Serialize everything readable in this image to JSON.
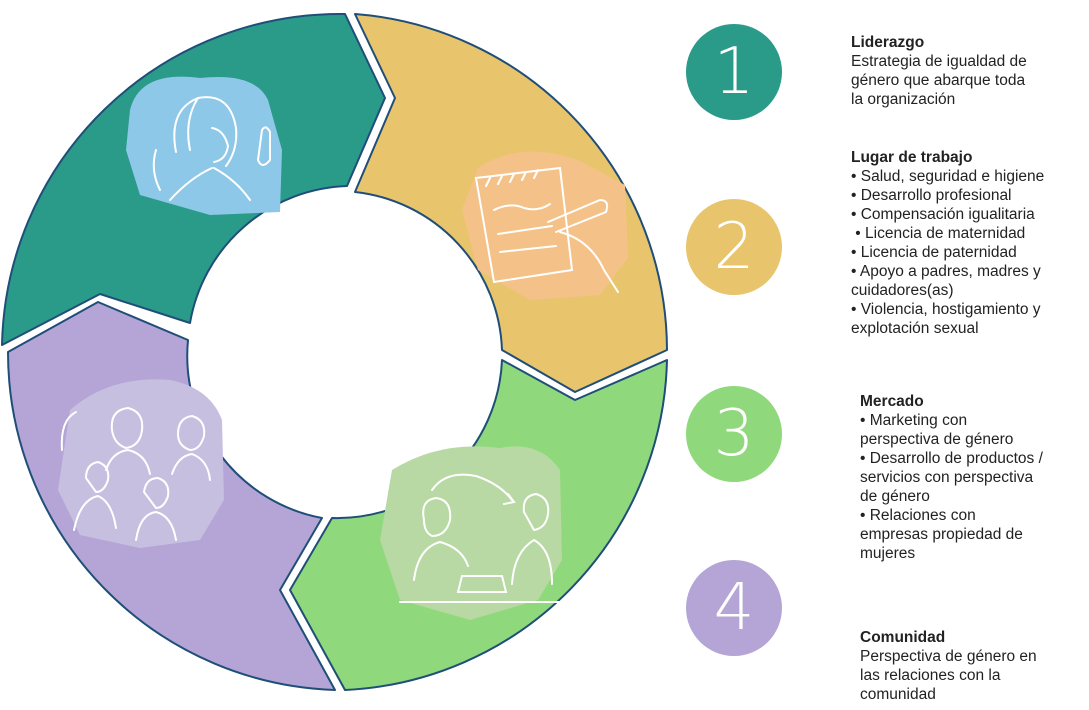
{
  "colors": {
    "teal": "#2a9a89",
    "gold": "#e8c56c",
    "green": "#8fd87b",
    "purple": "#b5a5d6",
    "outline": "#1f4e79"
  },
  "segments": [
    {
      "number": "1",
      "color": "#2a9a89",
      "illustration": "woman-thinking-icon"
    },
    {
      "number": "2",
      "color": "#e8c56c",
      "illustration": "hand-writing-notepad-icon"
    },
    {
      "number": "3",
      "color": "#8fd87b",
      "illustration": "two-people-talking-icon"
    },
    {
      "number": "4",
      "color": "#b5a5d6",
      "illustration": "family-group-icon"
    }
  ],
  "items": [
    {
      "number": "1",
      "title": "Liderazgo",
      "lines": [
        "Estrategia de igualdad de",
        "género que abarque toda",
        "la organización"
      ]
    },
    {
      "number": "2",
      "title": "Lugar de trabajo",
      "lines": [
        "• Salud, seguridad e higiene",
        "• Desarrollo profesional",
        "• Compensación igualitaria",
        " • Licencia de maternidad",
        "• Licencia de paternidad",
        "• Apoyo a padres, madres y",
        "cuidadores(as)",
        "• Violencia, hostigamiento y",
        "explotación sexual"
      ]
    },
    {
      "number": "3",
      "title": "Mercado",
      "lines": [
        "• Marketing con",
        "perspectiva de género",
        "• Desarrollo de productos /",
        "servicios con perspectiva",
        "de género",
        "• Relaciones con",
        "empresas propiedad de",
        "mujeres"
      ]
    },
    {
      "number": "4",
      "title": "Comunidad",
      "lines": [
        "Perspectiva de género en",
        "las relaciones con la",
        "comunidad"
      ]
    }
  ]
}
